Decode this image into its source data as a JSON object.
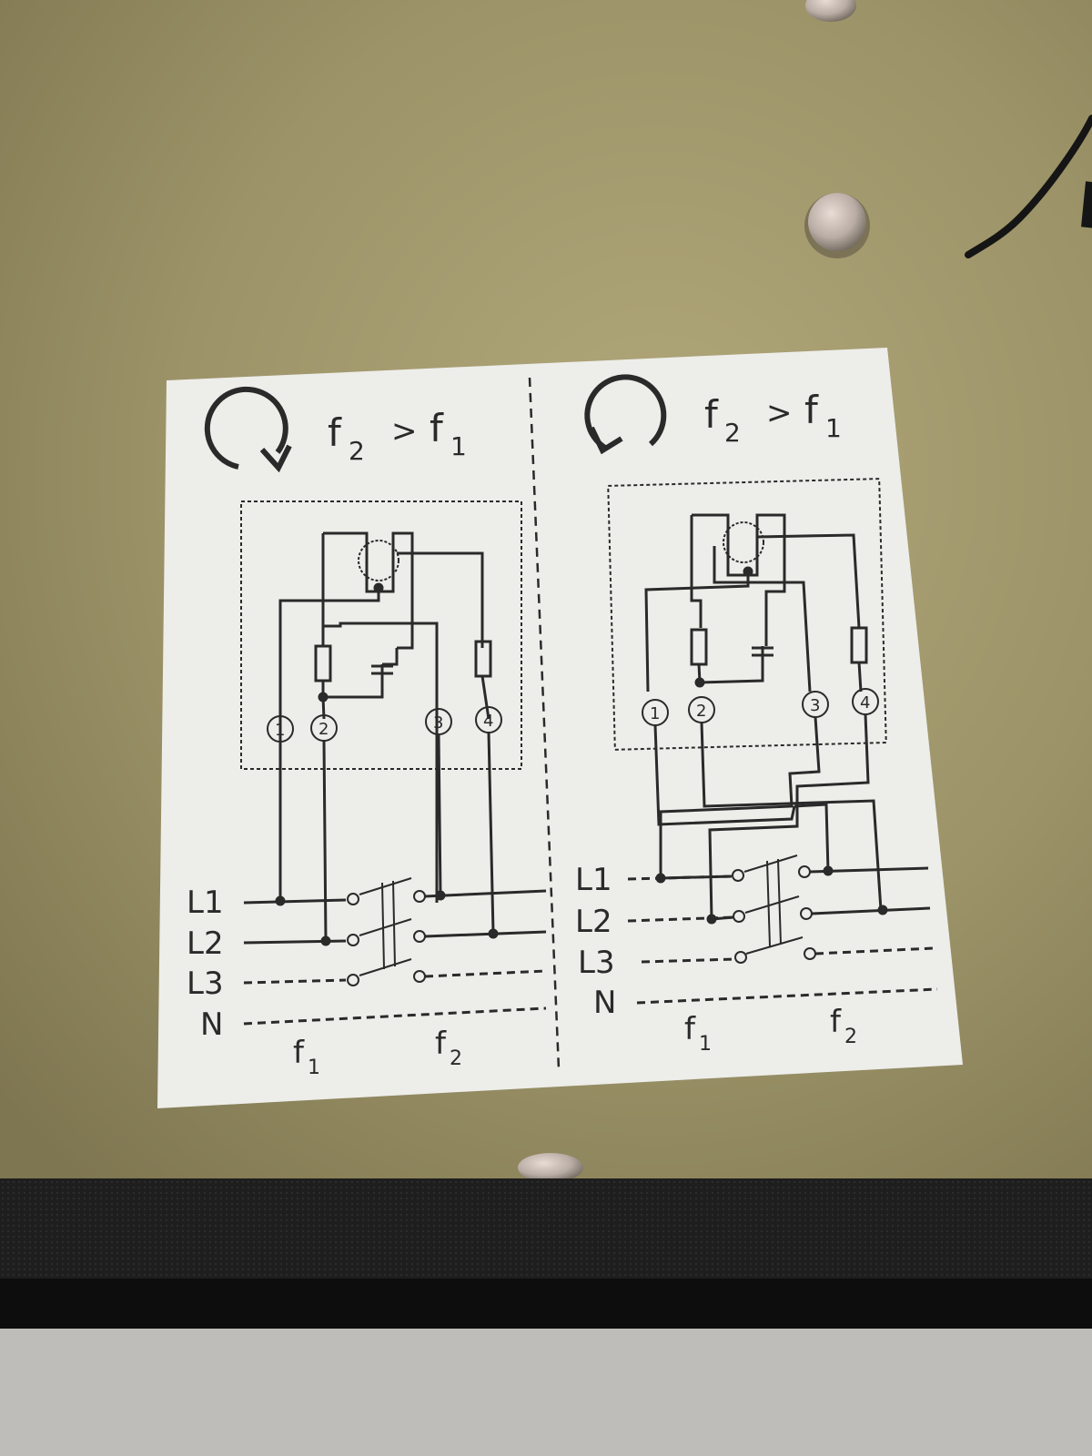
{
  "left_panel": {
    "heading_f": "f",
    "heading_sub_a": "2",
    "heading_gt": ">",
    "heading_sub_b": "1",
    "terminals": [
      "1",
      "2",
      "3",
      "4"
    ],
    "lines": [
      "L1",
      "L2",
      "L3",
      "N"
    ],
    "footer_a": "f",
    "footer_a_sub": "1",
    "footer_b": "f",
    "footer_b_sub": "2"
  },
  "right_panel": {
    "heading_f": "f",
    "heading_sub_a": "2",
    "heading_gt": ">",
    "heading_sub_b": "1",
    "terminals": [
      "1",
      "2",
      "3",
      "4"
    ],
    "lines": [
      "L1",
      "L2",
      "L3",
      "N"
    ],
    "footer_a": "f",
    "footer_a_sub": "1",
    "footer_b": "f",
    "footer_b_sub": "2"
  },
  "colors": {
    "metal": "#9a9168",
    "label": "#ededea",
    "ink": "#2a2a2a",
    "gasket": "#1c1c1c"
  }
}
